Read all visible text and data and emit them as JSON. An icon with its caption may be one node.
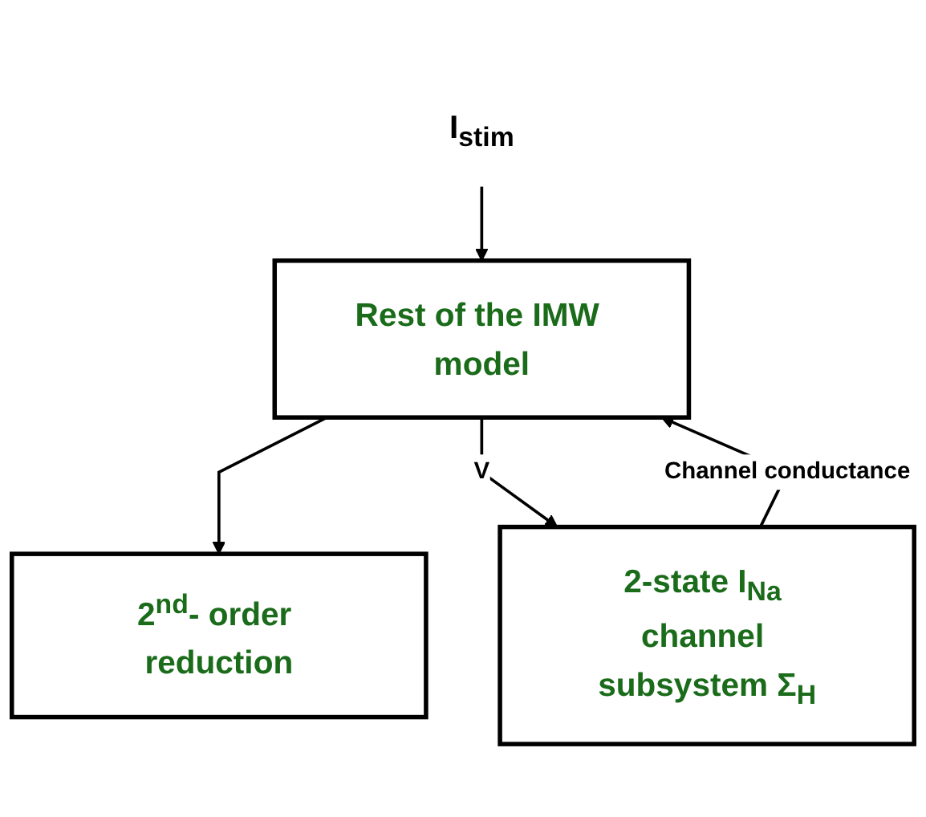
{
  "diagram": {
    "nodes": [
      {
        "text": [
          "2$^{nd}$- order reduction"
        ]
      },
      {
        "text": [
          "Rest of the IMW model"
        ]
      },
      {
        "text": [
          "2-state I$_{Na}$ channel subsystem Σ$_{H}$"
        ]
      },
      {
        "text": [
          "I$_{stim}$"
        ]
      }
    ],
    "edges": [
      {
        "from": 3,
        "to": 1,
        "arrow": "to"
      },
      {
        "from": 1,
        "to": 0,
        "arrow": "to"
      },
      {
        "from": 1,
        "to": 2,
        "label": "V",
        "arrow": "to"
      },
      {
        "from": 2,
        "to": 1,
        "label": "Channel conductance",
        "arrow": "to"
      }
    ]
  }
}
